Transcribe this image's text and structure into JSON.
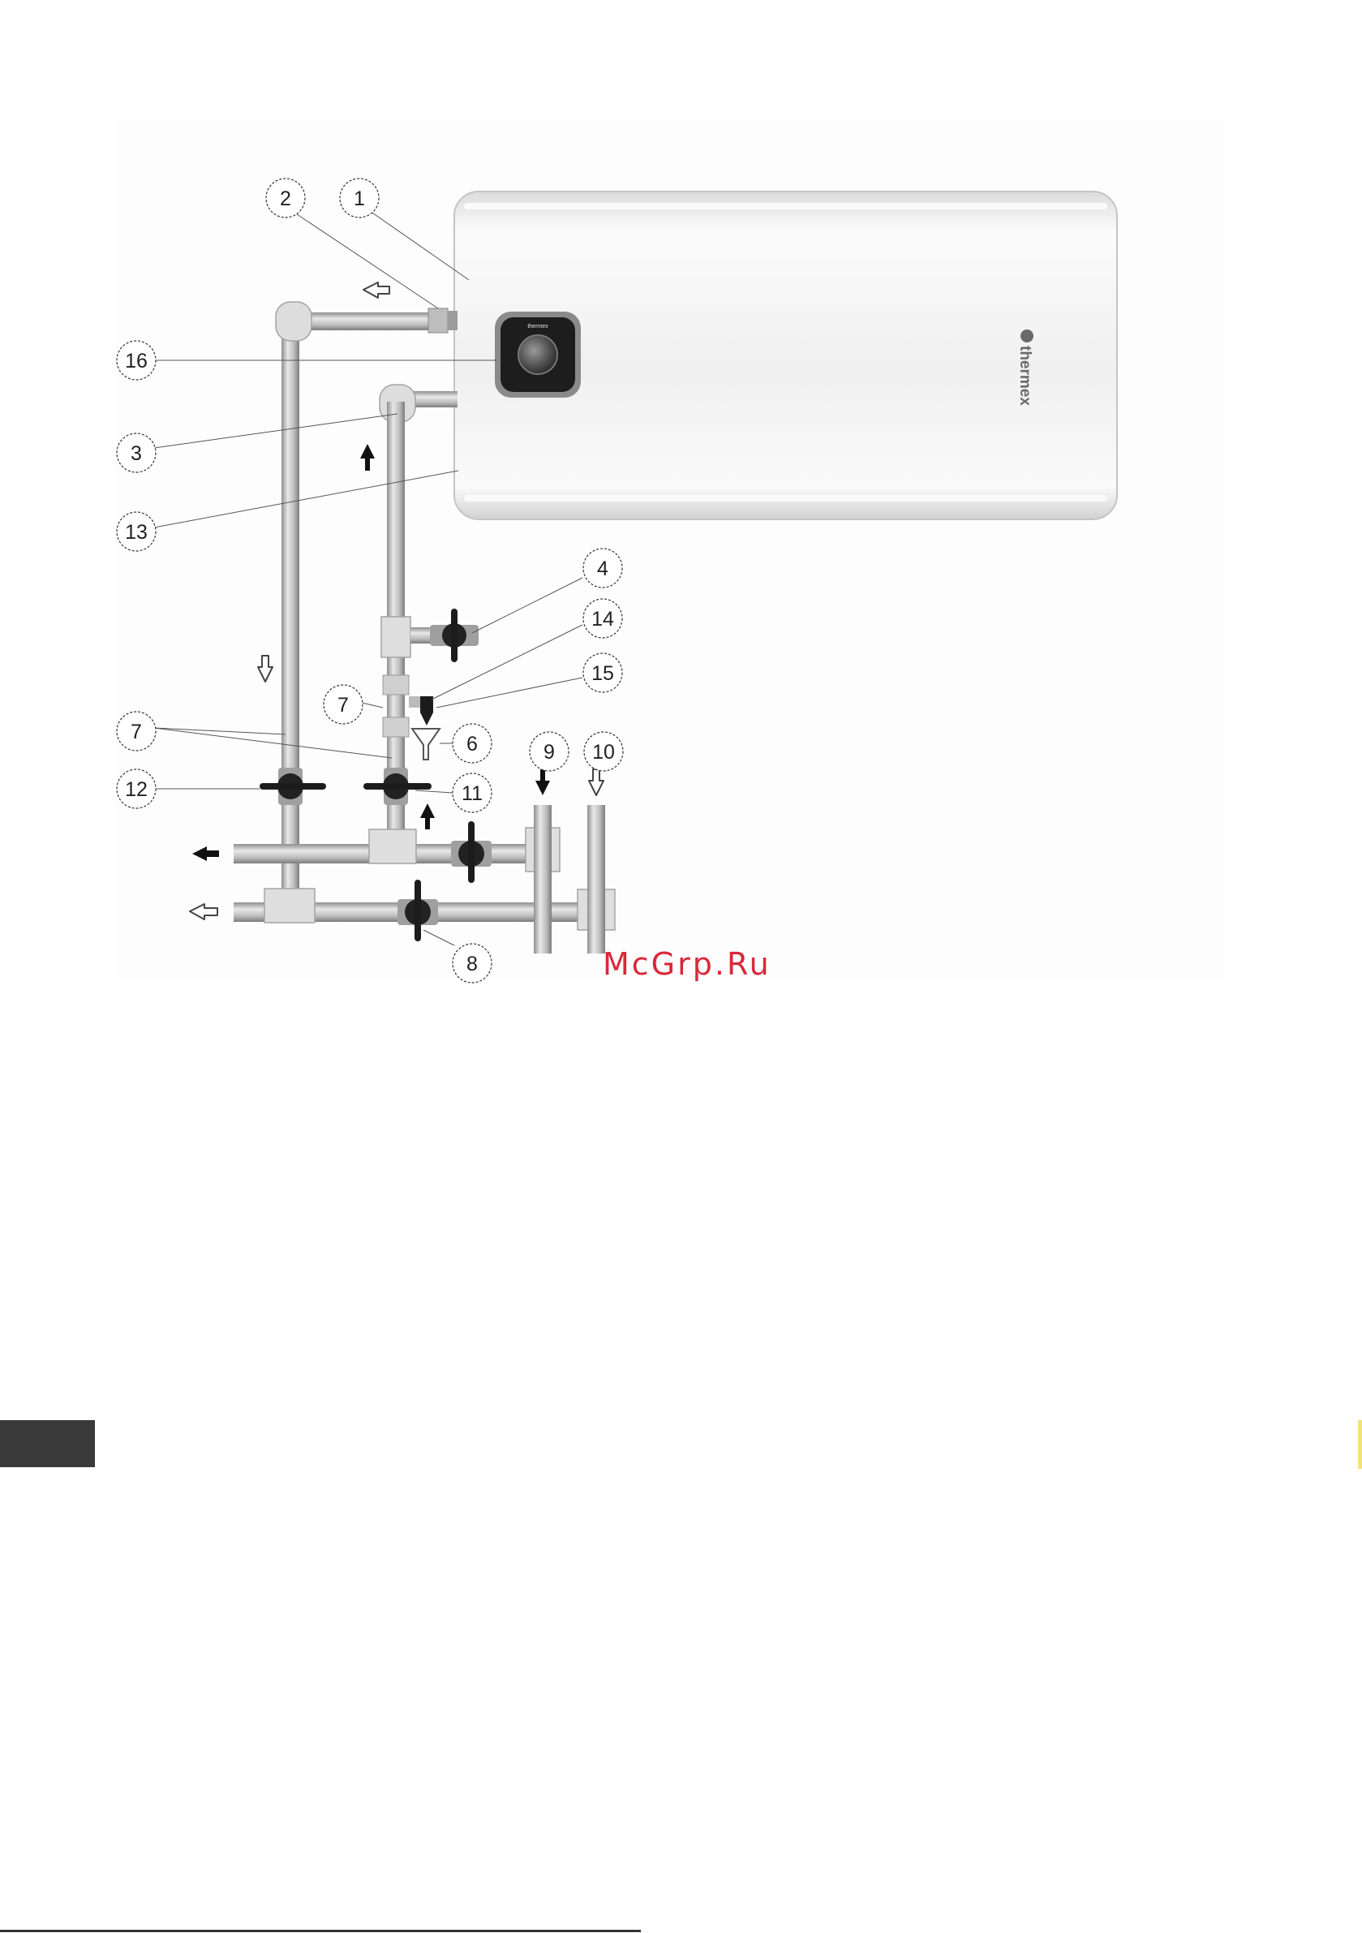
{
  "brand": {
    "logo_text": "thermex",
    "panel_brand": "thermex"
  },
  "callouts": [
    {
      "id": "c1",
      "label": "1"
    },
    {
      "id": "c2",
      "label": "2"
    },
    {
      "id": "c16",
      "label": "16"
    },
    {
      "id": "c3",
      "label": "3"
    },
    {
      "id": "c13",
      "label": "13"
    },
    {
      "id": "c4",
      "label": "4"
    },
    {
      "id": "c14",
      "label": "14"
    },
    {
      "id": "c15",
      "label": "15"
    },
    {
      "id": "c7a",
      "label": "7"
    },
    {
      "id": "c7b",
      "label": "7"
    },
    {
      "id": "c6",
      "label": "6"
    },
    {
      "id": "c9",
      "label": "9"
    },
    {
      "id": "c10",
      "label": "10"
    },
    {
      "id": "c12",
      "label": "12"
    },
    {
      "id": "c11",
      "label": "11"
    },
    {
      "id": "c8",
      "label": "8"
    }
  ],
  "watermark": "McGrp.Ru",
  "colors": {
    "tank": "#f4f4f4",
    "pipe": "#c9c9c9",
    "valve": "#1c1c1c",
    "watermark": "#d9283a",
    "side_tab": "#3a3a3a"
  }
}
